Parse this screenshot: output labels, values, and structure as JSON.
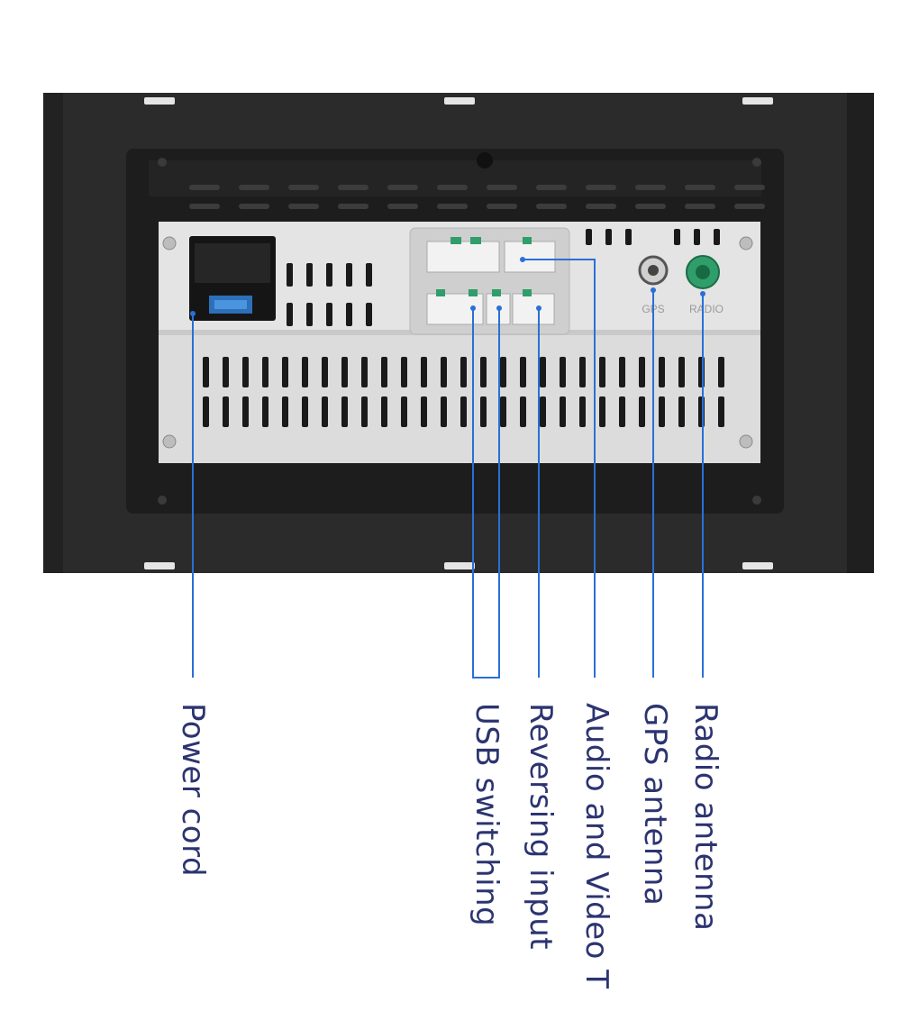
{
  "colors": {
    "background": "#ffffff",
    "frame": "#2b2b2b",
    "frame_dark": "#1d1d1d",
    "chassis": "#dcdcdc",
    "chassis_light": "#eeeeee",
    "vent": "#1a1a1a",
    "callout_line": "#2a6fd6",
    "label_text": "#2c3470",
    "connector_green": "#2f9e6a"
  },
  "connector_marks": {
    "gps": "GPS",
    "radio": "RADIO"
  },
  "labels": {
    "power_cord": "Power cord",
    "usb_switching": "USB switching",
    "reversing_input": "Reversing input",
    "audio_video": "Audio and Video T",
    "gps_antenna": "GPS antenna",
    "radio_antenna": "Radio antenna"
  }
}
